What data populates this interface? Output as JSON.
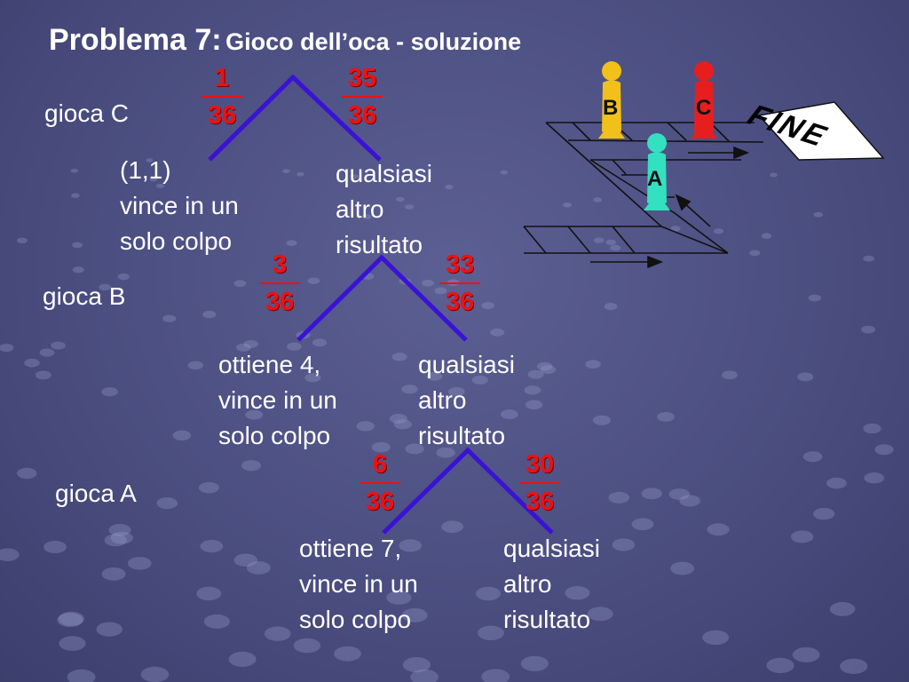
{
  "title": {
    "main": "Problema 7:",
    "sub": "Gioco dell’oca - soluzione"
  },
  "branches": {
    "C": {
      "label": "gioca C",
      "left_frac": {
        "num": "1",
        "den": "36"
      },
      "right_frac": {
        "num": "35",
        "den": "36"
      },
      "left_text": [
        "(1,1)",
        "vince in un",
        "solo colpo"
      ],
      "right_text": [
        "qualsiasi",
        "altro",
        "risultato"
      ]
    },
    "B": {
      "label": "gioca B",
      "left_frac": {
        "num": "3",
        "den": "36"
      },
      "right_frac": {
        "num": "33",
        "den": "36"
      },
      "left_text": [
        "ottiene 4,",
        "vince in un",
        "solo colpo"
      ],
      "right_text": [
        "qualsiasi",
        "altro",
        "risultato"
      ]
    },
    "A": {
      "label": "gioca A",
      "left_frac": {
        "num": "6",
        "den": "36"
      },
      "right_frac": {
        "num": "30",
        "den": "36"
      },
      "left_text": [
        "ottiene 7,",
        "vince in un",
        "solo colpo"
      ],
      "right_text": [
        "qualsiasi",
        "altro",
        "risultato"
      ]
    }
  },
  "board": {
    "fine_label": "FINE",
    "pawns": [
      {
        "label": "B",
        "color": "#f2c01a"
      },
      {
        "label": "C",
        "color": "#e61e1e"
      },
      {
        "label": "A",
        "color": "#33e0c0"
      }
    ]
  },
  "colors": {
    "tree": "#3a12d6",
    "fraction": "#e11111",
    "text": "#ffffff"
  }
}
